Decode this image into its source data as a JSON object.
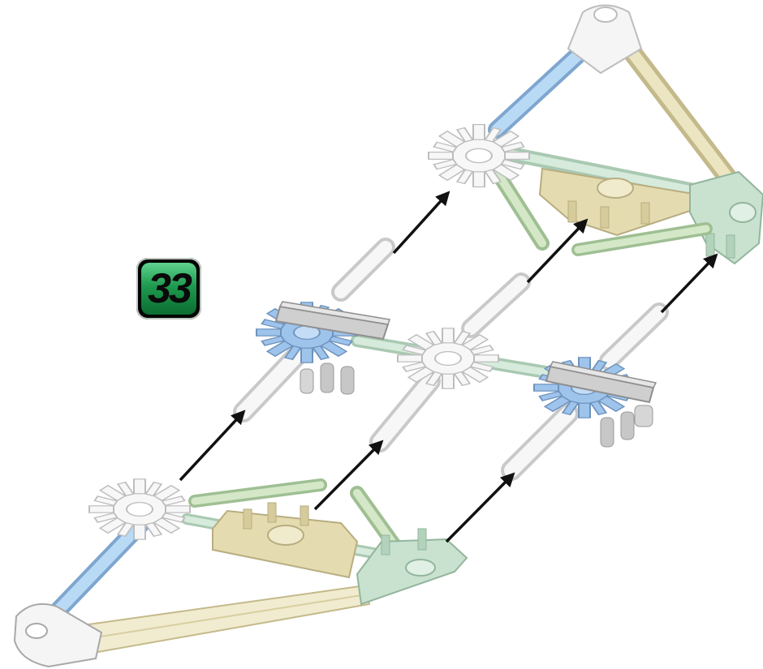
{
  "step": {
    "number": "33"
  },
  "colors": {
    "white_part": "#f7f7f7",
    "blue_part": "#9ec4ec",
    "tan_part": "#e4dcb0",
    "green_part": "#c8e2cf",
    "gray_part": "#c7c7c7",
    "arrow": "#111111",
    "badge_green": "#1e9a4e"
  },
  "parts": {
    "connectors": [
      "white-8-way-connector",
      "blue-8-way-connector",
      "tan-half-connector",
      "green-corner-connector",
      "white-end-connector"
    ],
    "rods": [
      "light-blue-rod",
      "tan-rod",
      "white-rod",
      "light-green-rod",
      "gray-rod"
    ]
  }
}
